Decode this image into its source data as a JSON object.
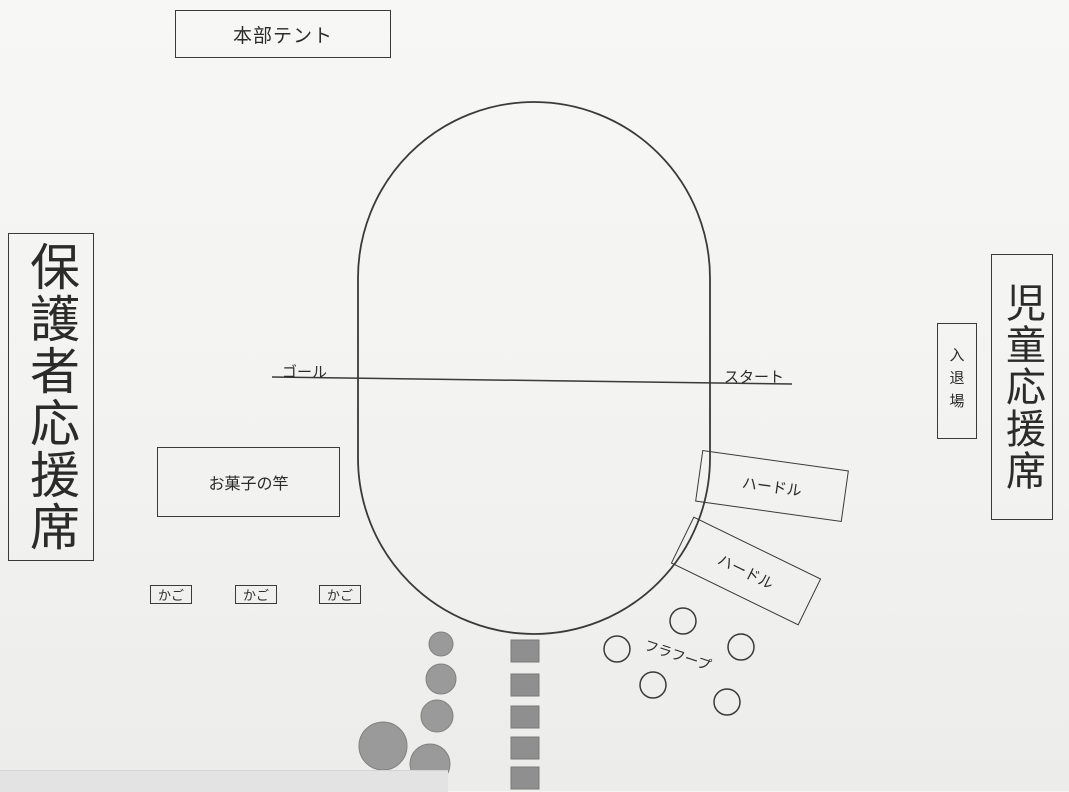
{
  "labels": {
    "hq_tent": "本部テント",
    "guardian_seats": "保護者応援席",
    "children_seats": "児童応援席",
    "entry_exit": "入退場",
    "snack_pole": "お菓子の竿",
    "goal": "ゴール",
    "start": "スタート",
    "hula_hoop": "フラフープ"
  },
  "baskets": [
    "かご",
    "かご",
    "かご"
  ],
  "hurdles": [
    "ハードル",
    "ハードル"
  ],
  "colors": {
    "line": "#3a3a3a",
    "gray_ball": "#9a9a9a",
    "gray_block": "#8f8f8f",
    "paper": "#f4f4f2"
  }
}
